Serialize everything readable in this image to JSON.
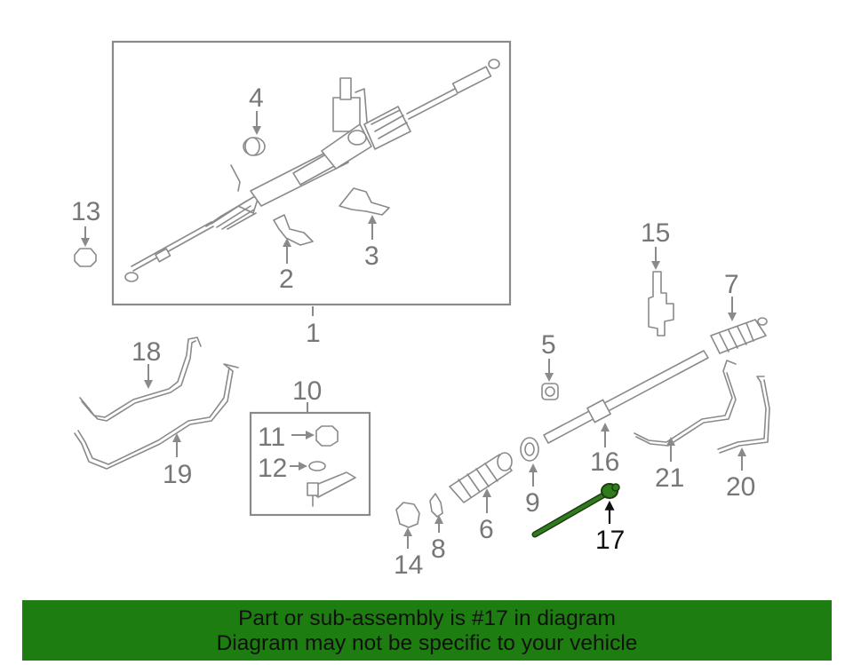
{
  "diagram": {
    "callouts": [
      "1",
      "2",
      "3",
      "4",
      "5",
      "6",
      "7",
      "8",
      "9",
      "10",
      "11",
      "12",
      "13",
      "14",
      "15",
      "16",
      "17",
      "18",
      "19",
      "20",
      "21"
    ],
    "highlighted_part": "17",
    "highlight_color": "#2e7d1a"
  },
  "banner": {
    "line1": "Part or sub-assembly is #17 in diagram",
    "line2": "Diagram may not be specific to your vehicle",
    "background": "#1d7d10"
  }
}
